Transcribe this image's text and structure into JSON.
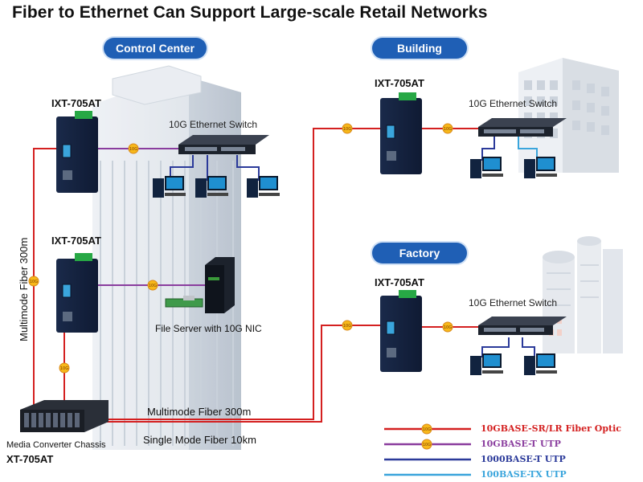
{
  "title": "Fiber to Ethernet Can Support Large-scale Retail Networks",
  "sections": {
    "control_center": "Control Center",
    "building": "Building",
    "factory": "Factory"
  },
  "devices": {
    "converter_top": "IXT-705AT",
    "converter_mid": "IXT-705AT",
    "converter_building": "IXT-705AT",
    "converter_factory": "IXT-705AT"
  },
  "switch_labels": {
    "control": "10G Ethernet Switch",
    "building": "10G Ethernet Switch",
    "factory": "10G Ethernet Switch"
  },
  "file_server": "File Server with 10G NIC",
  "links": {
    "vertical": "Multimode Fiber 300m",
    "multimode": "Multimode Fiber 300m",
    "singlemode": "Single Mode Fiber 10km"
  },
  "chassis": {
    "name": "Media Converter Chassis",
    "model": "XT-705AT"
  },
  "badge_text": "10G",
  "legend": [
    {
      "label": "10GBASE-SR/LR Fiber Optic",
      "color": "#d42020",
      "badge": true
    },
    {
      "label": "10GBASE-T UTP",
      "color": "#8a3d9e",
      "badge": true
    },
    {
      "label": "1000BASE-T UTP",
      "color": "#2b3a9a",
      "badge": false
    },
    {
      "label": "100BASE-TX UTP",
      "color": "#3aa5dc",
      "badge": false
    }
  ],
  "colors": {
    "fiber": "#d42020",
    "utp10g": "#8a3d9e",
    "utp1000": "#2b3a9a",
    "utp100": "#3aa5dc",
    "accent": "#1f5fb5"
  }
}
